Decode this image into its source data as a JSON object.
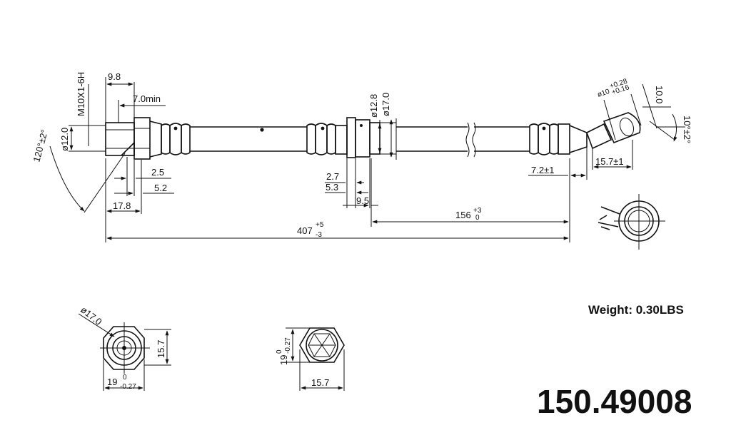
{
  "dimensions": {
    "thread": "M10X1-6H",
    "fitting_length": "9.8",
    "thread_min": "7.0min",
    "bore_diameter": "ø12.0",
    "bend_angle": "120°±2°",
    "d_2_5": "2.5",
    "d_5_2": "5.2",
    "d_17_8": "17.8",
    "mid_inner_diameter": "ø12.8",
    "mid_outer_diameter": "ø17.0",
    "d_2_7": "2.7",
    "d_5_3": "5.3",
    "d_9_5": "9.5",
    "mid_position": "156",
    "mid_position_tol_upper": "+3",
    "mid_position_tol_lower": "0",
    "overall_length": "407",
    "overall_tol_upper": "+5",
    "overall_tol_lower": "-3",
    "d_7_2": "7.2±1",
    "d_15_7": "15.7±1",
    "banjo_hole": "ø10",
    "banjo_hole_tol_upper": "+0.28",
    "banjo_hole_tol_lower": "+0.16",
    "banjo_width": "10.0",
    "banjo_angle": "10°±2°"
  },
  "end_views": {
    "left": {
      "diameter": "ø17.0",
      "height": "15.7",
      "width": "19",
      "width_tol_upper": "0",
      "width_tol_lower": "-0.27"
    },
    "middle": {
      "height": "19",
      "height_tol_upper": "0",
      "height_tol_lower": "-0.27",
      "width": "15.7"
    }
  },
  "weight_label": "Weight: 0.30LBS",
  "part_number": "150.49008"
}
